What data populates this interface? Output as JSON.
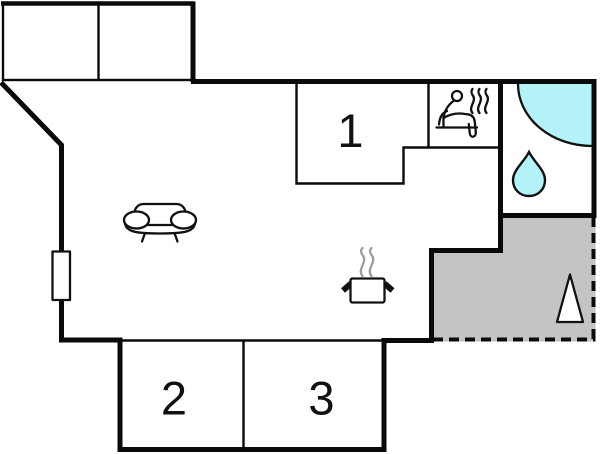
{
  "floorplan": {
    "rooms": [
      {
        "id": "room-1",
        "label": "1"
      },
      {
        "id": "room-2",
        "label": "2"
      },
      {
        "id": "room-3",
        "label": "3"
      }
    ],
    "icons": [
      {
        "name": "sofa-icon"
      },
      {
        "name": "cooking-pot-icon"
      },
      {
        "name": "steam-icon"
      },
      {
        "name": "sauna-person-icon"
      },
      {
        "name": "corner-bathtub-icon"
      },
      {
        "name": "water-drop-icon"
      },
      {
        "name": "tree-icon"
      },
      {
        "name": "window-marker"
      }
    ],
    "colors": {
      "walls": "#0a0a0a",
      "water": "#b2f2f8",
      "terrace": "#c4c4c4",
      "steam": "#999999",
      "background": "#ffffff",
      "label": "#111111"
    }
  }
}
